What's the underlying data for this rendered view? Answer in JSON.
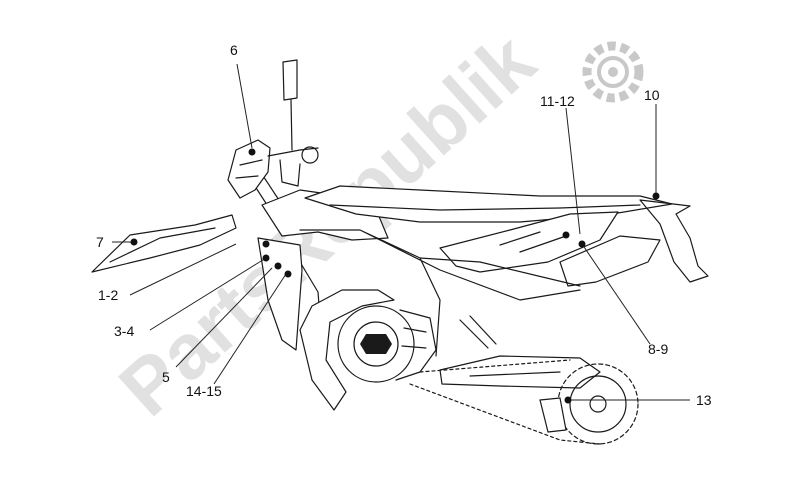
{
  "watermark": {
    "text": "PartsRepublik"
  },
  "callouts": [
    {
      "label": "6"
    },
    {
      "label": "7"
    },
    {
      "label": "1-2"
    },
    {
      "label": "3-4"
    },
    {
      "label": "5"
    },
    {
      "label": "14-15"
    },
    {
      "label": "11-12"
    },
    {
      "label": "10"
    },
    {
      "label": "8-9"
    },
    {
      "label": "13"
    }
  ]
}
